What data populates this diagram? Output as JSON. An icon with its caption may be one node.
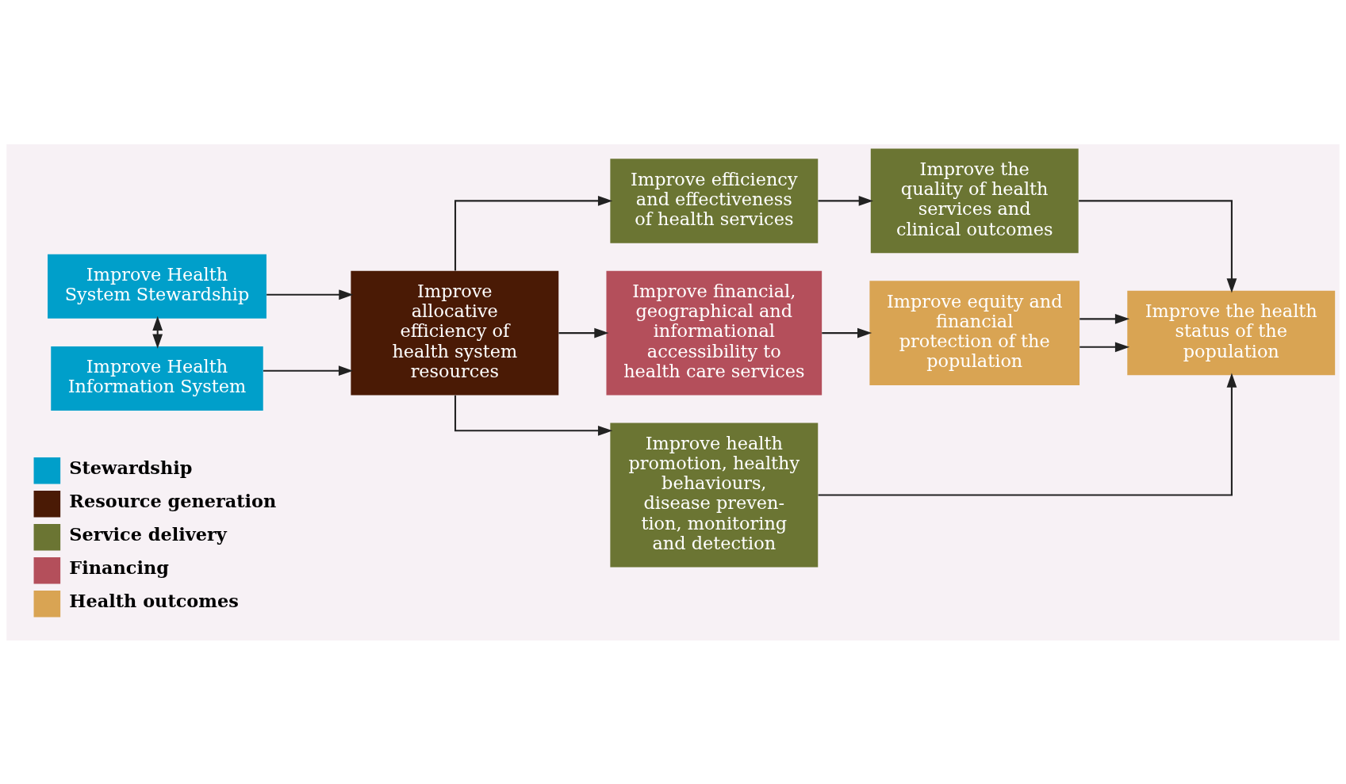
{
  "diagram": {
    "nodes": [
      {
        "text": [
          "Improve Health System Stewardship"
        ]
      },
      {
        "text": [
          "Improve Health Information System"
        ]
      },
      {
        "text": [
          "Improve allocative efficiency of health system resources"
        ]
      },
      {
        "text": [
          "Improve efficiency and effectiveness of health services"
        ]
      },
      {
        "text": [
          "Improve financial, geographical and informational accessibility to health care services"
        ]
      },
      {
        "text": [
          "Improve health promotion, healthy behaviours, disease preven- tion, monitoring and detection"
        ]
      },
      {
        "text": [
          "Improve the quality of health services and clinical outcomes"
        ]
      },
      {
        "text": [
          "Improve equity and financial protection of the population"
        ]
      },
      {
        "text": [
          "Improve the health status of the population"
        ]
      }
    ],
    "edges": [
      {
        "from": 0,
        "to": 1,
        "arrow": "both"
      },
      {
        "from": 0,
        "to": 2,
        "arrow": "to"
      },
      {
        "from": 1,
        "to": 2,
        "arrow": "to"
      },
      {
        "from": 2,
        "to": 3,
        "arrow": "to"
      },
      {
        "from": 2,
        "to": 4,
        "arrow": "to"
      },
      {
        "from": 2,
        "to": 5,
        "arrow": "to"
      },
      {
        "from": 3,
        "to": 6,
        "arrow": "to"
      },
      {
        "from": 4,
        "to": 7,
        "arrow": "to"
      },
      {
        "from": 6,
        "to": 8,
        "arrow": "to"
      },
      {
        "from": 7,
        "to": 8,
        "arrow": "to"
      },
      {
        "from": 7,
        "to": 8,
        "arrow": "to"
      },
      {
        "from": 5,
        "to": 8,
        "arrow": "to"
      }
    ],
    "legend": [
      {
        "text": "Stewardship",
        "color": "#009fca"
      },
      {
        "text": "Resource generation",
        "color": "#4a1a05"
      },
      {
        "text": "Service delivery",
        "color": "#6b7533"
      },
      {
        "text": "Financing",
        "color": "#b44f5b"
      },
      {
        "text": "Health outcomes",
        "color": "#d9a453"
      }
    ]
  }
}
